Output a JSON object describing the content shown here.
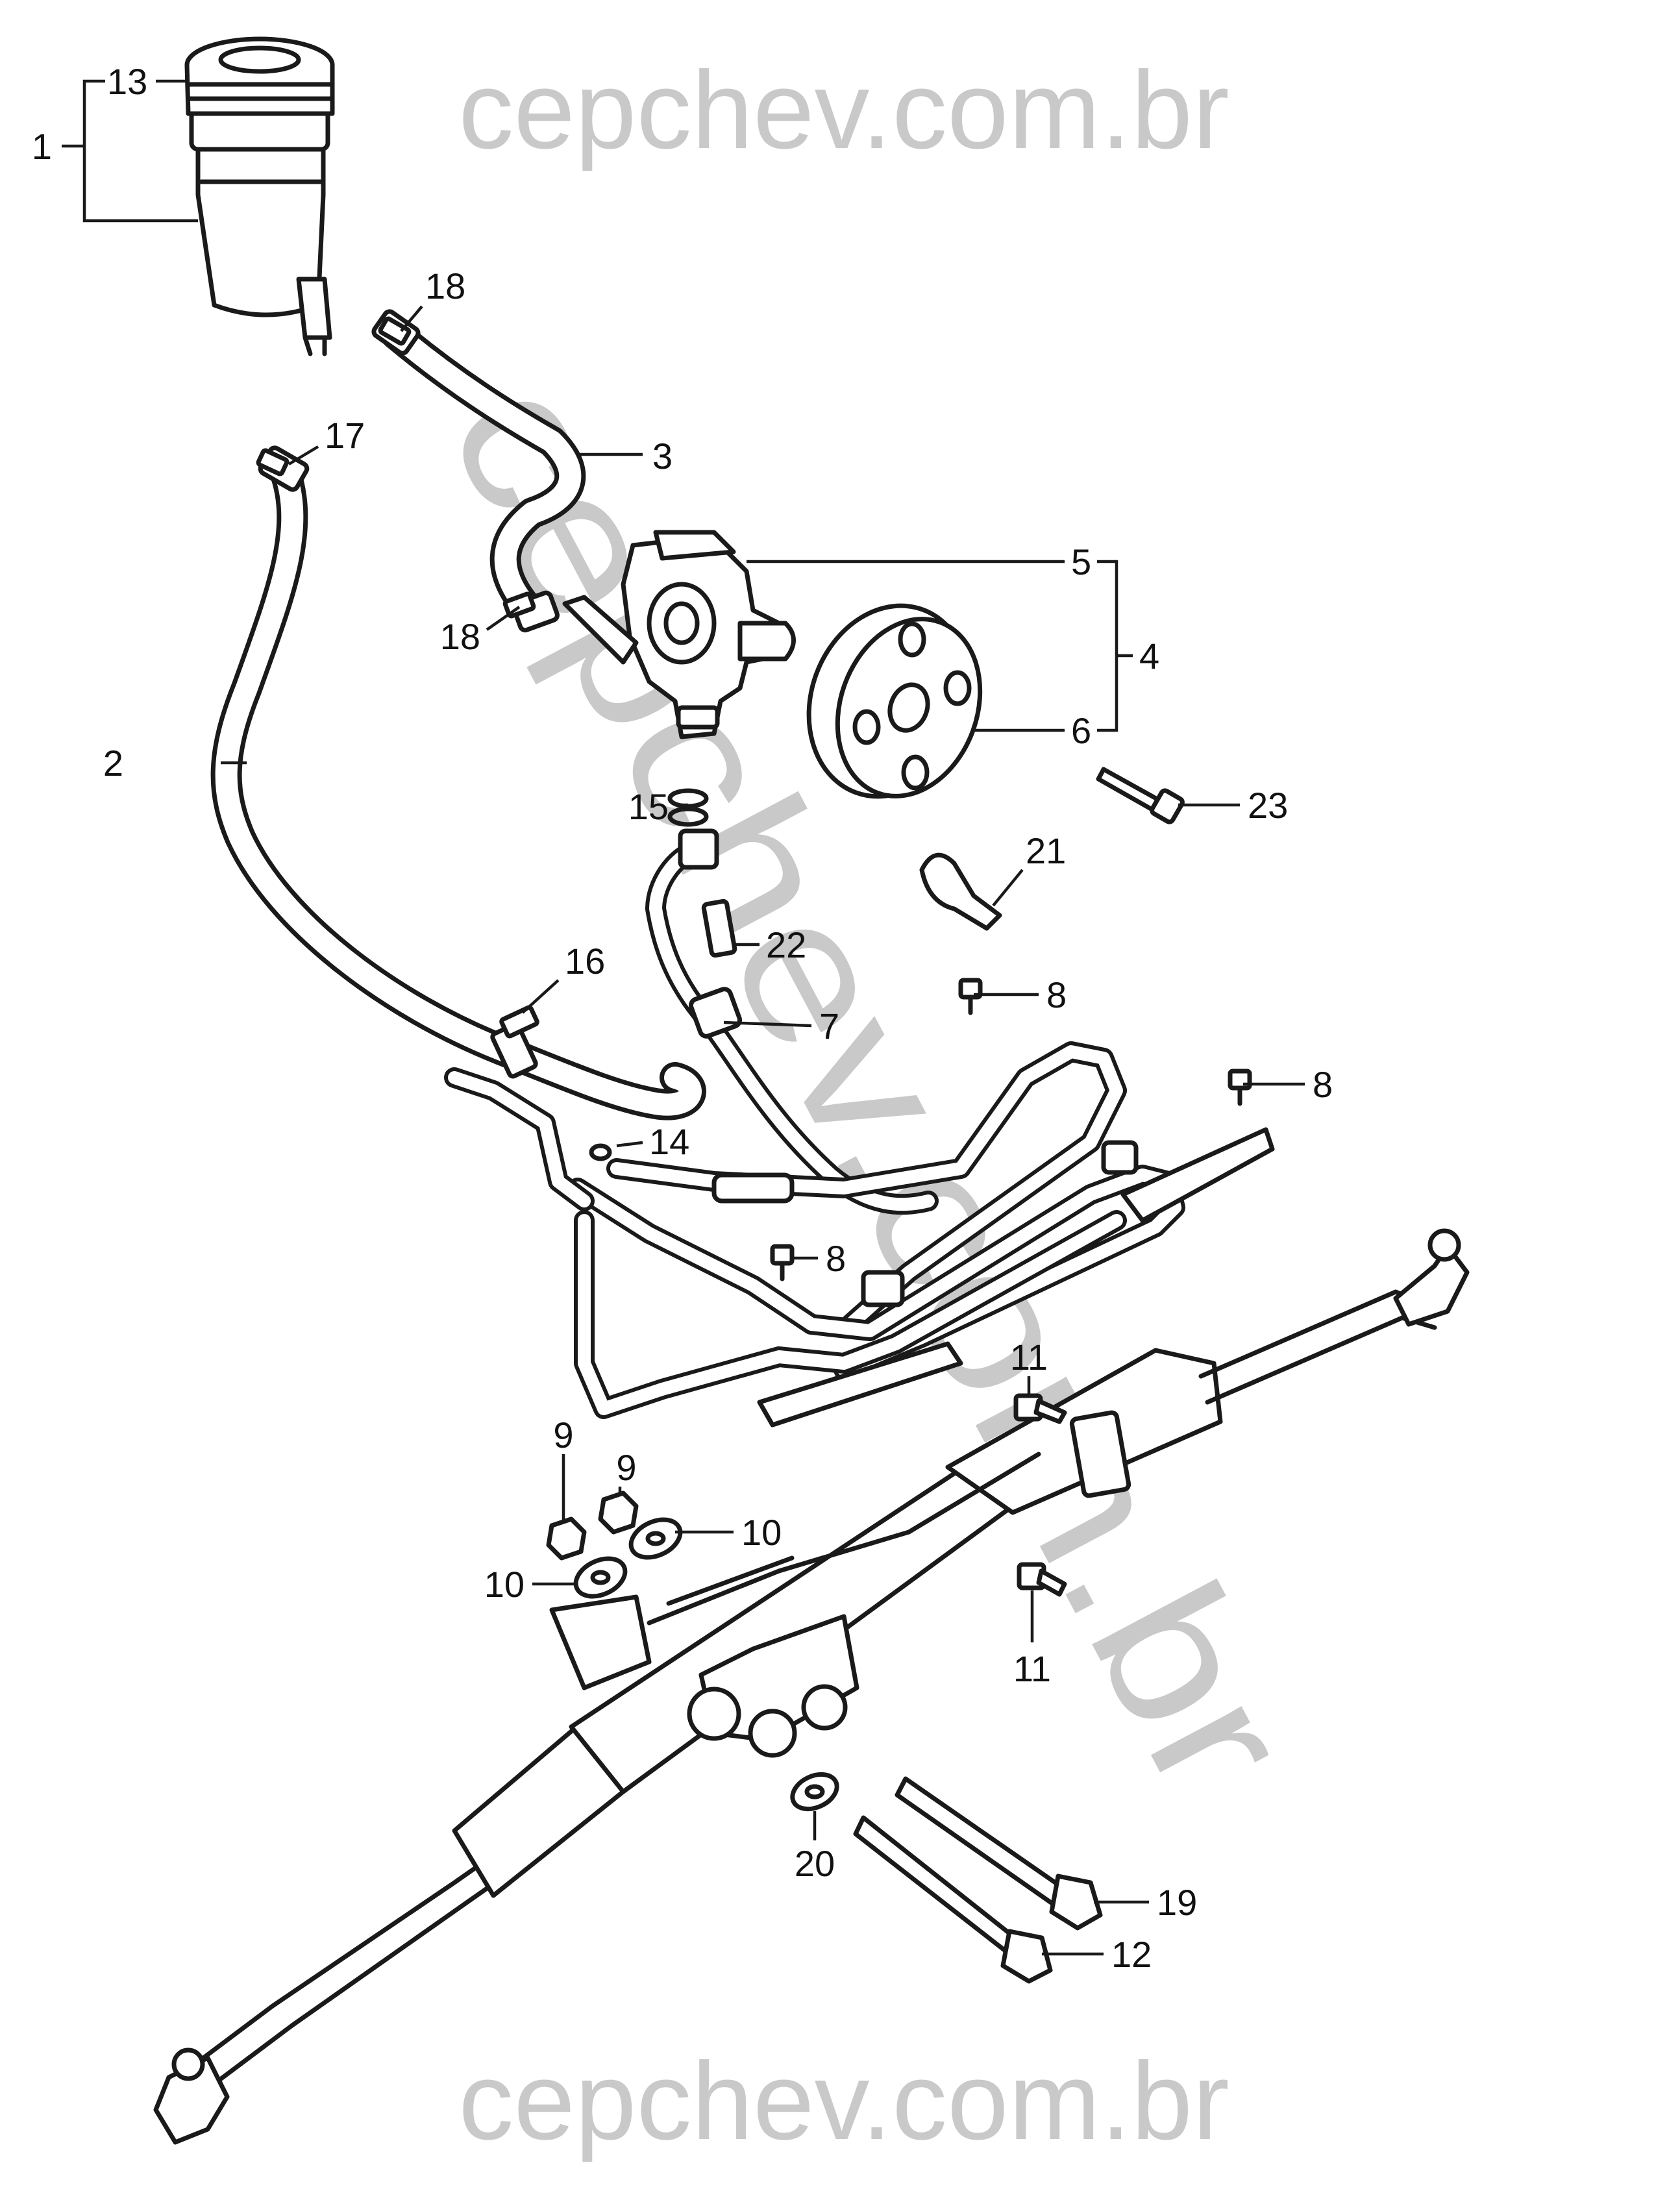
{
  "watermark": {
    "top": "cepchev.com.br",
    "bottom": "cepchev.com.br",
    "diagonal": "cepchev.com.br"
  },
  "callouts": [
    {
      "id": "c1",
      "label": "1"
    },
    {
      "id": "c2",
      "label": "2"
    },
    {
      "id": "c3",
      "label": "3"
    },
    {
      "id": "c4",
      "label": "4"
    },
    {
      "id": "c5",
      "label": "5"
    },
    {
      "id": "c6",
      "label": "6"
    },
    {
      "id": "c7",
      "label": "7"
    },
    {
      "id": "c8a",
      "label": "8"
    },
    {
      "id": "c8b",
      "label": "8"
    },
    {
      "id": "c8c",
      "label": "8"
    },
    {
      "id": "c9a",
      "label": "9"
    },
    {
      "id": "c9b",
      "label": "9"
    },
    {
      "id": "c10a",
      "label": "10"
    },
    {
      "id": "c10b",
      "label": "10"
    },
    {
      "id": "c11a",
      "label": "11"
    },
    {
      "id": "c11b",
      "label": "11"
    },
    {
      "id": "c12",
      "label": "12"
    },
    {
      "id": "c13",
      "label": "13"
    },
    {
      "id": "c14",
      "label": "14"
    },
    {
      "id": "c15",
      "label": "15"
    },
    {
      "id": "c16",
      "label": "16"
    },
    {
      "id": "c17",
      "label": "17"
    },
    {
      "id": "c18a",
      "label": "18"
    },
    {
      "id": "c18b",
      "label": "18"
    },
    {
      "id": "c19",
      "label": "19"
    },
    {
      "id": "c20",
      "label": "20"
    },
    {
      "id": "c21",
      "label": "21"
    },
    {
      "id": "c22",
      "label": "22"
    },
    {
      "id": "c23",
      "label": "23"
    }
  ]
}
